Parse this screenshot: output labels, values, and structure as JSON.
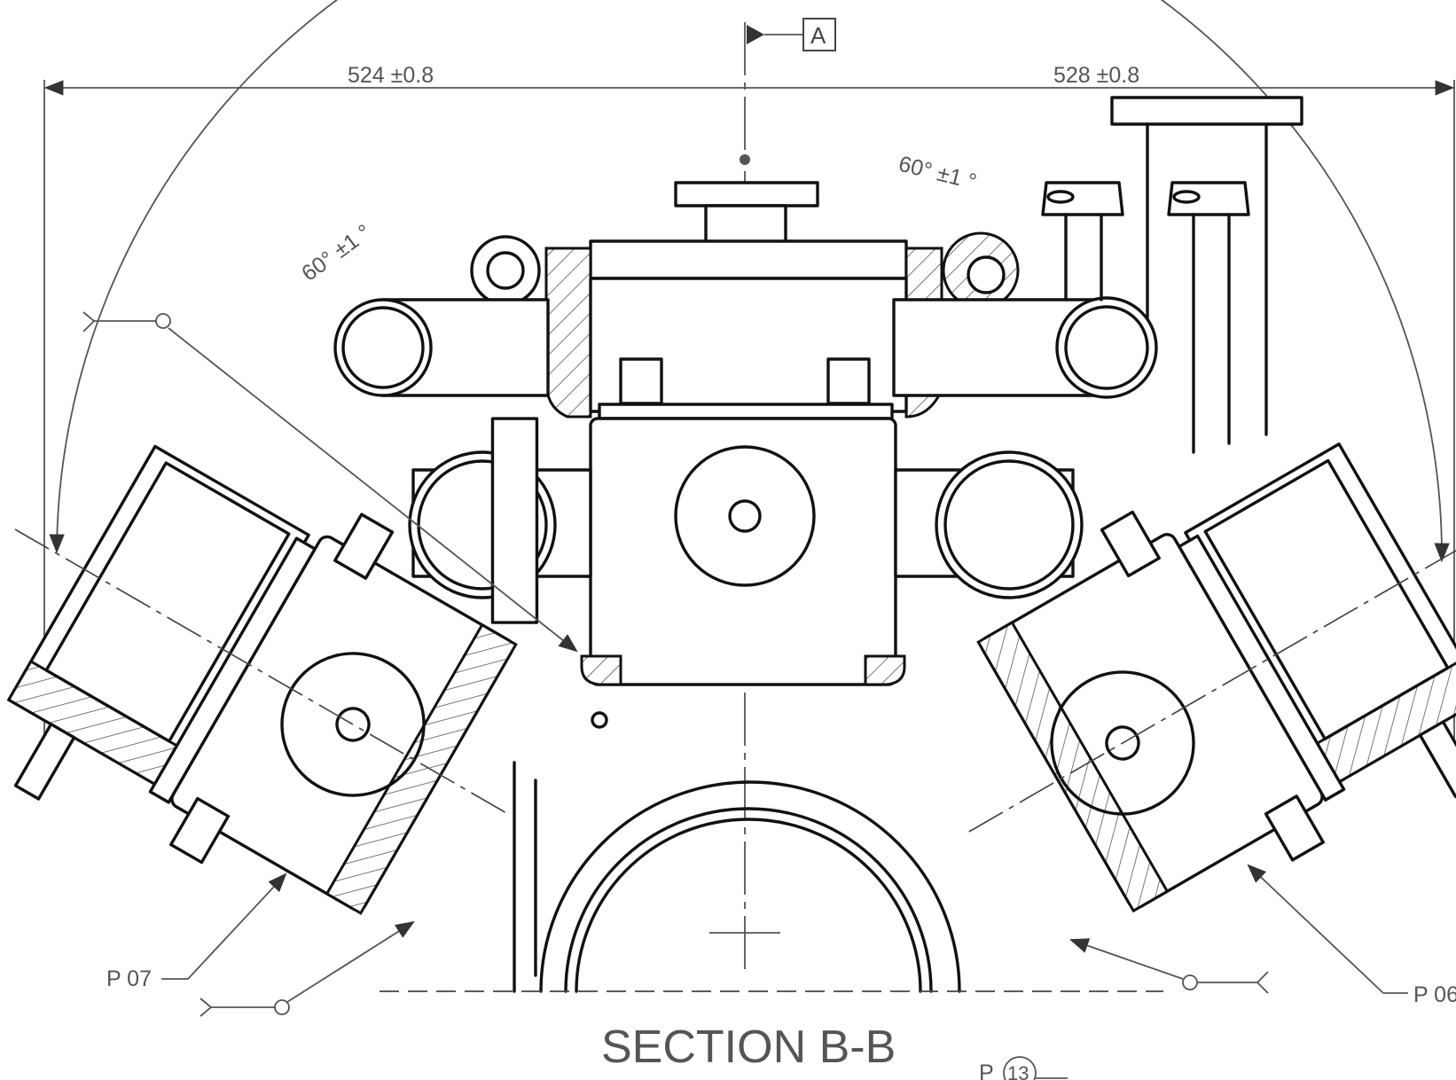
{
  "dimensions": {
    "left_width": "524 ±0.8",
    "right_width": "528 ±0.8",
    "left_angle": "60° ±1 °",
    "right_angle": "60° ±1 °"
  },
  "datum": {
    "label": "A"
  },
  "callouts": {
    "p07": "P 07",
    "p06": "P 06",
    "p13_prefix": "P",
    "p13_balloon": "13"
  },
  "section": {
    "title": "SECTION B-B"
  },
  "colors": {
    "lines": "#111111",
    "dimensions": "#555555",
    "background": "#ffffff"
  },
  "symbols": [
    "datum-flag",
    "weld-symbol",
    "hatch-section",
    "leader-arrow"
  ]
}
